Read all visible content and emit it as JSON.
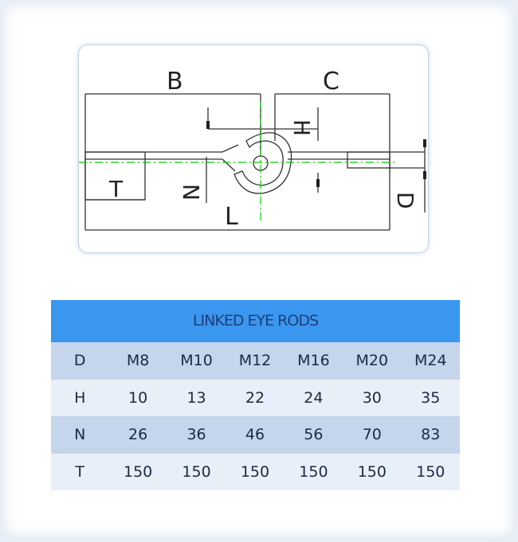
{
  "drawing": {
    "labels": {
      "b": "B",
      "c": "C",
      "h": "H",
      "t": "T",
      "n": "N",
      "l": "L",
      "d": "D"
    }
  },
  "table": {
    "title": "LINKED EYE RODS",
    "rows": [
      {
        "key": "D",
        "values": [
          "M8",
          "M10",
          "M12",
          "M16",
          "M20",
          "M24"
        ]
      },
      {
        "key": "H",
        "values": [
          "10",
          "13",
          "22",
          "24",
          "30",
          "35"
        ]
      },
      {
        "key": "N",
        "values": [
          "26",
          "36",
          "46",
          "56",
          "70",
          "83"
        ]
      },
      {
        "key": "T",
        "values": [
          "150",
          "150",
          "150",
          "150",
          "150",
          "150"
        ]
      }
    ]
  },
  "colors": {
    "header_bg": "#3a97f0",
    "header_text": "#1e3d78",
    "row_dark": "#c5d5ec",
    "row_light": "#e9eff8",
    "centerline": "#00cc00"
  }
}
